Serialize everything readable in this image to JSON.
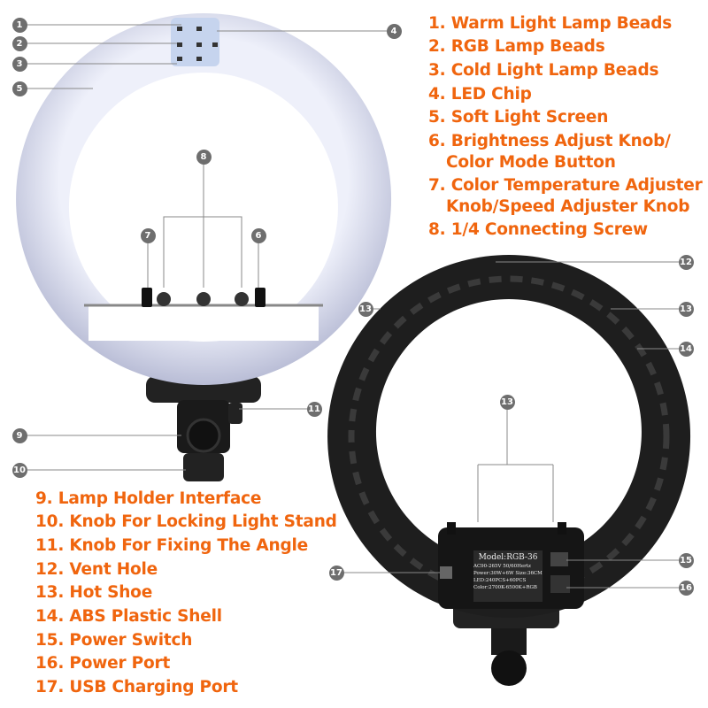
{
  "labels_top": [
    {
      "n": "1",
      "text": "1. Warm Light Lamp Beads"
    },
    {
      "n": "2",
      "text": "2. RGB Lamp Beads"
    },
    {
      "n": "3",
      "text": "3. Cold Light Lamp Beads"
    },
    {
      "n": "4",
      "text": "4. LED Chip"
    },
    {
      "n": "5",
      "text": "5. Soft Light Screen"
    },
    {
      "n": "6",
      "text": "6. Brightness Adjust Knob/",
      "text2": "Color Mode Button"
    },
    {
      "n": "7",
      "text": "7. Color Temperature Adjuster",
      "text2": "Knob/Speed Adjuster Knob"
    },
    {
      "n": "8",
      "text": "8. 1/4 Connecting Screw"
    }
  ],
  "labels_bottom": [
    {
      "text": "9. Lamp Holder Interface"
    },
    {
      "text": "10. Knob For Locking Light Stand"
    },
    {
      "text": "11. Knob For Fixing The Angle"
    },
    {
      "text": "12. Vent Hole"
    },
    {
      "text": "13. Hot Shoe"
    },
    {
      "text": "14. ABS Plastic Shell"
    },
    {
      "text": "15. Power Switch"
    },
    {
      "text": "16. Power Port"
    },
    {
      "text": "17. USB Charging Port"
    }
  ],
  "markers": [
    "1",
    "2",
    "3",
    "4",
    "5",
    "6",
    "7",
    "8",
    "9",
    "10",
    "11",
    "12",
    "13",
    "13",
    "13",
    "14",
    "15",
    "16",
    "17"
  ],
  "plate": {
    "model": "Model:RGB-36",
    "line1a": "AC90-265V",
    "line1b": "50/60Hertz",
    "line2a": "Power:30W+6W",
    "line2b": "Size:36CM",
    "line3": "LED:240PCS+60PCS",
    "line4": "Color:2700K-6500K+RGB"
  },
  "colors": {
    "label": "#f0650e",
    "marker": "#6e6e6e",
    "ring_front": "#d9dcef",
    "ring_back": "#1c1c1c"
  }
}
